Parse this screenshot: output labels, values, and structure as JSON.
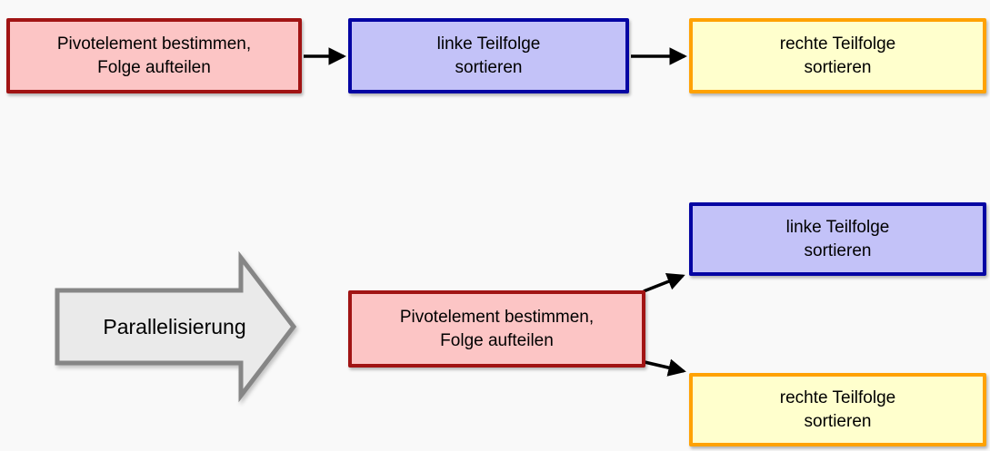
{
  "colors": {
    "background": "#f9f9f9",
    "text": "#000000",
    "pivot_fill": "#fcc5c5",
    "pivot_border": "#a11414",
    "left_fill": "#c3c2f8",
    "left_border": "#0505a3",
    "right_fill": "#ffffcd",
    "right_border": "#ffa204",
    "big_arrow_fill": "#eaeaea",
    "big_arrow_border": "#868686",
    "connector": "#000000"
  },
  "sequential": {
    "pivot": {
      "line1": "Pivotelement bestimmen,",
      "line2": "Folge aufteilen"
    },
    "left": {
      "line1": "linke Teilfolge",
      "line2": "sortieren"
    },
    "right": {
      "line1": "rechte Teilfolge",
      "line2": "sortieren"
    }
  },
  "parallel": {
    "transition_label": "Parallelisierung",
    "pivot": {
      "line1": "Pivotelement bestimmen,",
      "line2": "Folge aufteilen"
    },
    "left": {
      "line1": "linke Teilfolge",
      "line2": "sortieren"
    },
    "right": {
      "line1": "rechte Teilfolge",
      "line2": "sortieren"
    }
  }
}
